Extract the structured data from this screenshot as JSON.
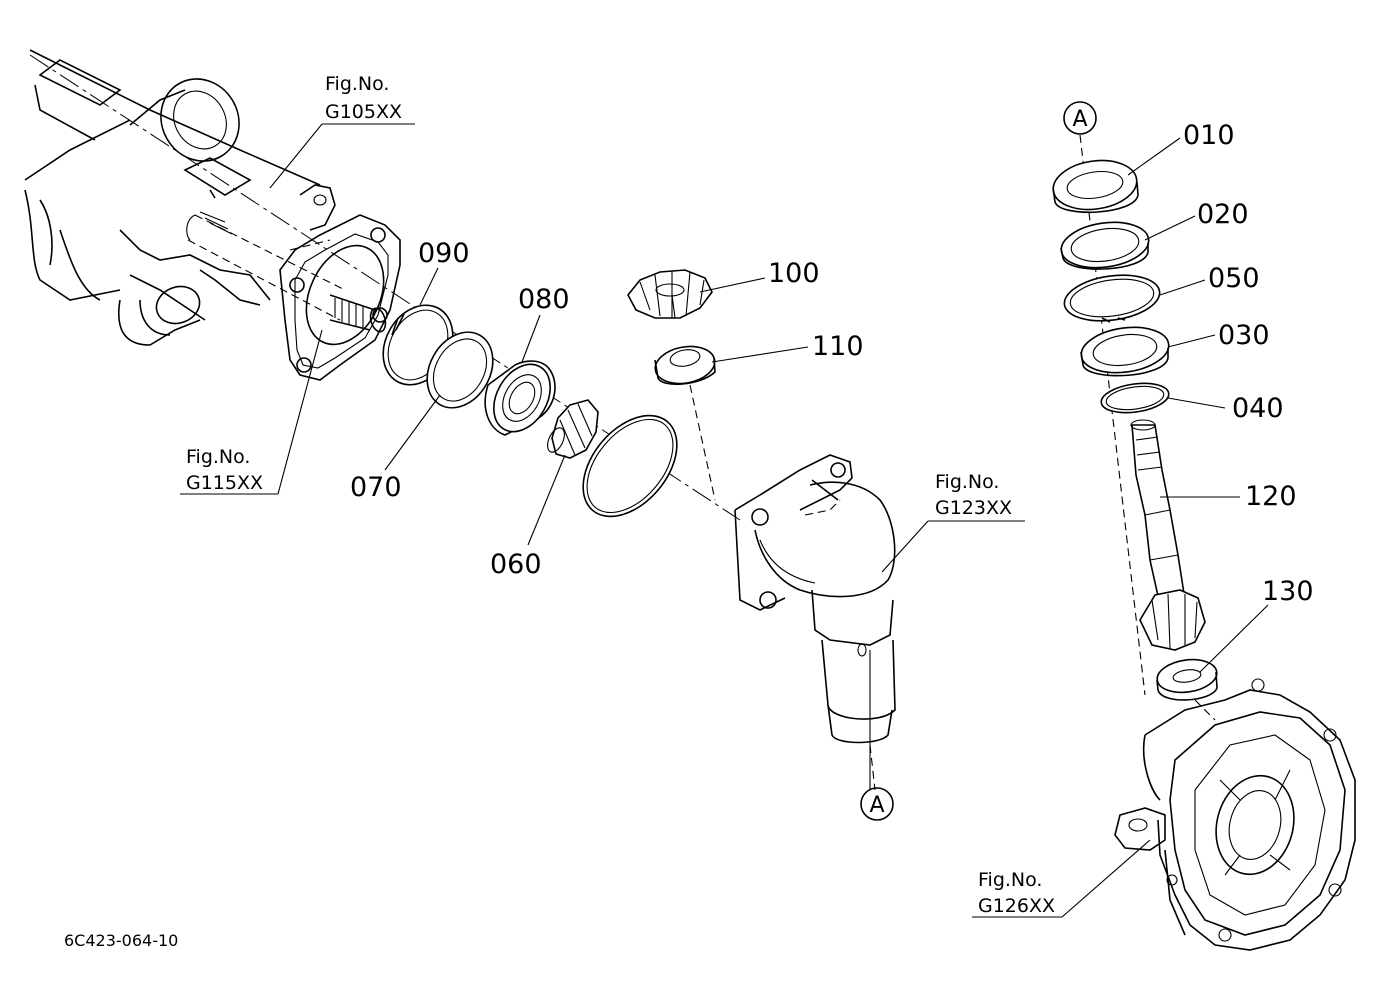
{
  "diagram": {
    "drawing_code": "6C423-064-10",
    "reference_marker": "A",
    "figure_refs": [
      {
        "line1": "Fig.No.",
        "line2": "G105XX"
      },
      {
        "line1": "Fig.No.",
        "line2": "G115XX"
      },
      {
        "line1": "Fig.No.",
        "line2": "G123XX"
      },
      {
        "line1": "Fig.No.",
        "line2": "G126XX"
      }
    ],
    "parts": [
      "010",
      "020",
      "050",
      "030",
      "040",
      "120",
      "130",
      "100",
      "110",
      "090",
      "080",
      "070",
      "060"
    ]
  }
}
